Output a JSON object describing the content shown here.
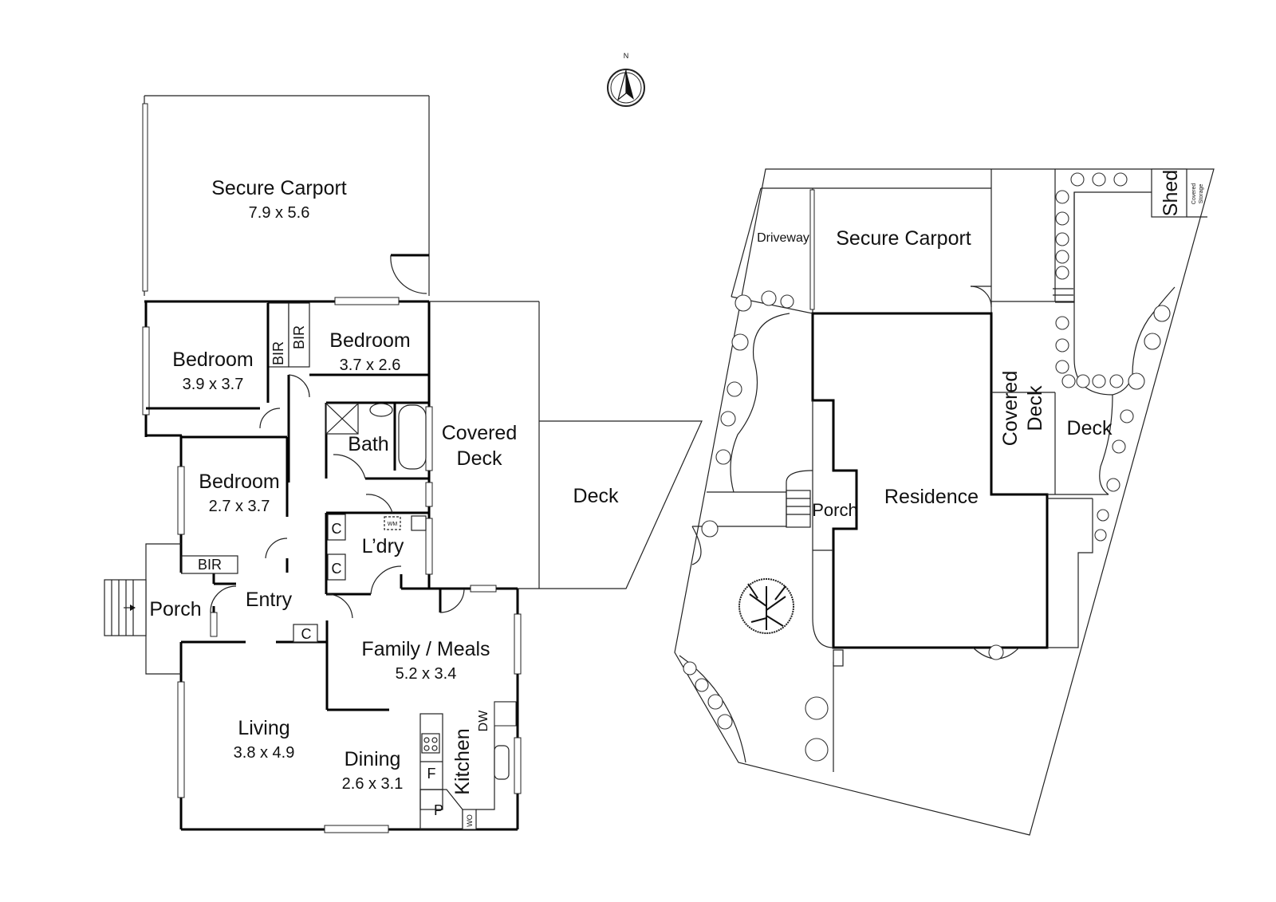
{
  "compass": {
    "label": "N"
  },
  "floor_plan": {
    "rooms": [
      {
        "id": "carport",
        "name": "Secure Carport",
        "dims": "7.9 x 5.6"
      },
      {
        "id": "bed1",
        "name": "Bedroom",
        "dims": "3.9 x 3.7"
      },
      {
        "id": "bed2",
        "name": "Bedroom",
        "dims": "3.7 x 2.6"
      },
      {
        "id": "bed3",
        "name": "Bedroom",
        "dims": "2.7 x 3.7"
      },
      {
        "id": "bath",
        "name": "Bath",
        "dims": ""
      },
      {
        "id": "covdeck",
        "name": "Covered\nDeck",
        "dims": ""
      },
      {
        "id": "deck",
        "name": "Deck",
        "dims": ""
      },
      {
        "id": "laundry",
        "name": "L’dry",
        "dims": ""
      },
      {
        "id": "porch",
        "name": "Porch",
        "dims": ""
      },
      {
        "id": "entry",
        "name": "Entry",
        "dims": ""
      },
      {
        "id": "family",
        "name": "Family / Meals",
        "dims": "5.2 x 3.4"
      },
      {
        "id": "living",
        "name": "Living",
        "dims": "3.8 x 4.9"
      },
      {
        "id": "dining",
        "name": "Dining",
        "dims": "2.6 x 3.1"
      },
      {
        "id": "kitchen",
        "name": "Kitchen",
        "dims": ""
      }
    ],
    "fixtures": {
      "bir": "BIR",
      "cupboard": "C",
      "fridge": "F",
      "pantry": "P",
      "wall_oven": "WO",
      "dishwasher": "DW",
      "washing_machine": "WM"
    }
  },
  "site_plan": {
    "labels": {
      "driveway": "Driveway",
      "carport": "Secure Carport",
      "shed": "Shed",
      "covered_storage": "Covered\nStorage",
      "covered_deck": "Covered\nDeck",
      "deck": "Deck",
      "porch": "Porch",
      "residence": "Residence"
    }
  },
  "colors": {
    "line": "#000000",
    "background": "#ffffff"
  }
}
